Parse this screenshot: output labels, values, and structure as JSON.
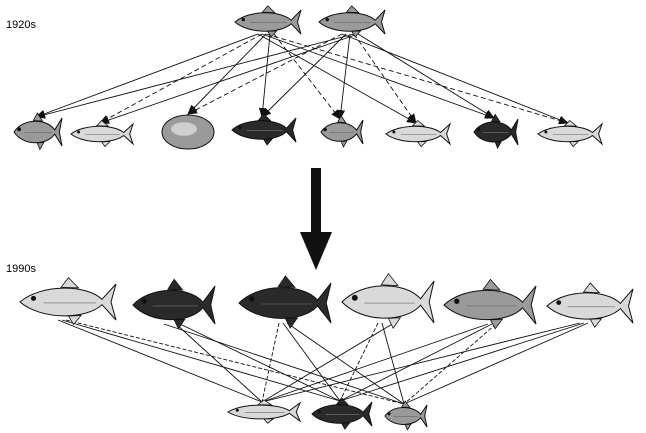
{
  "diagram": {
    "era_top_label": "1920s",
    "era_bottom_label": "1990s",
    "colors": {
      "ink": "#111111",
      "background": "#ffffff",
      "fish_light": "#d9d9d9",
      "fish_mid": "#9a9a9a",
      "fish_dark": "#2a2a2a"
    },
    "top_predators": [
      {
        "id": "tp1",
        "icon": "salmonid-fish-icon",
        "tone": "mid"
      },
      {
        "id": "tp2",
        "icon": "salmonid-fish-icon",
        "tone": "mid"
      }
    ],
    "top_prey": [
      {
        "id": "p1",
        "icon": "sculpin-fish-icon",
        "tone": "mid"
      },
      {
        "id": "p2",
        "icon": "herring-fish-icon",
        "tone": "light"
      },
      {
        "id": "p3",
        "icon": "round-invertebrate-icon",
        "tone": "mid"
      },
      {
        "id": "p4",
        "icon": "burbot-fish-icon",
        "tone": "dark"
      },
      {
        "id": "p5",
        "icon": "perch-fish-icon",
        "tone": "mid"
      },
      {
        "id": "p6",
        "icon": "herring-fish-icon",
        "tone": "light"
      },
      {
        "id": "p7",
        "icon": "bass-fish-icon",
        "tone": "dark"
      },
      {
        "id": "p8",
        "icon": "herring-fish-icon",
        "tone": "light"
      }
    ],
    "bottom_predators": [
      {
        "id": "bp1",
        "icon": "trout-fish-icon",
        "tone": "light"
      },
      {
        "id": "bp2",
        "icon": "salmon-fish-icon",
        "tone": "dark"
      },
      {
        "id": "bp3",
        "icon": "salmon-fish-icon",
        "tone": "dark"
      },
      {
        "id": "bp4",
        "icon": "salmon-fish-icon",
        "tone": "light"
      },
      {
        "id": "bp5",
        "icon": "trout-fish-icon",
        "tone": "mid"
      },
      {
        "id": "bp6",
        "icon": "trout-fish-icon",
        "tone": "light"
      }
    ],
    "bottom_prey": [
      {
        "id": "bq1",
        "icon": "herring-fish-icon",
        "tone": "light"
      },
      {
        "id": "bq2",
        "icon": "burbot-fish-icon",
        "tone": "dark"
      },
      {
        "id": "bq3",
        "icon": "bass-fish-icon",
        "tone": "mid"
      }
    ],
    "top_links": [
      [
        "tp1",
        "p1"
      ],
      [
        "tp1",
        "p2"
      ],
      [
        "tp1",
        "p3"
      ],
      [
        "tp1",
        "p4"
      ],
      [
        "tp1",
        "p5"
      ],
      [
        "tp1",
        "p6"
      ],
      [
        "tp1",
        "p7"
      ],
      [
        "tp1",
        "p8"
      ],
      [
        "tp2",
        "p1"
      ],
      [
        "tp2",
        "p2"
      ],
      [
        "tp2",
        "p3"
      ],
      [
        "tp2",
        "p4"
      ],
      [
        "tp2",
        "p5"
      ],
      [
        "tp2",
        "p6"
      ],
      [
        "tp2",
        "p7"
      ],
      [
        "tp2",
        "p8"
      ]
    ],
    "bottom_links": [
      [
        "bp1",
        "bq1"
      ],
      [
        "bp1",
        "bq2"
      ],
      [
        "bp1",
        "bq3"
      ],
      [
        "bp2",
        "bq1"
      ],
      [
        "bp2",
        "bq2"
      ],
      [
        "bp2",
        "bq3"
      ],
      [
        "bp3",
        "bq1"
      ],
      [
        "bp3",
        "bq2"
      ],
      [
        "bp3",
        "bq3"
      ],
      [
        "bp4",
        "bq1"
      ],
      [
        "bp4",
        "bq2"
      ],
      [
        "bp4",
        "bq3"
      ],
      [
        "bp5",
        "bq1"
      ],
      [
        "bp5",
        "bq2"
      ],
      [
        "bp5",
        "bq3"
      ],
      [
        "bp6",
        "bq1"
      ],
      [
        "bp6",
        "bq2"
      ],
      [
        "bp6",
        "bq3"
      ]
    ]
  }
}
